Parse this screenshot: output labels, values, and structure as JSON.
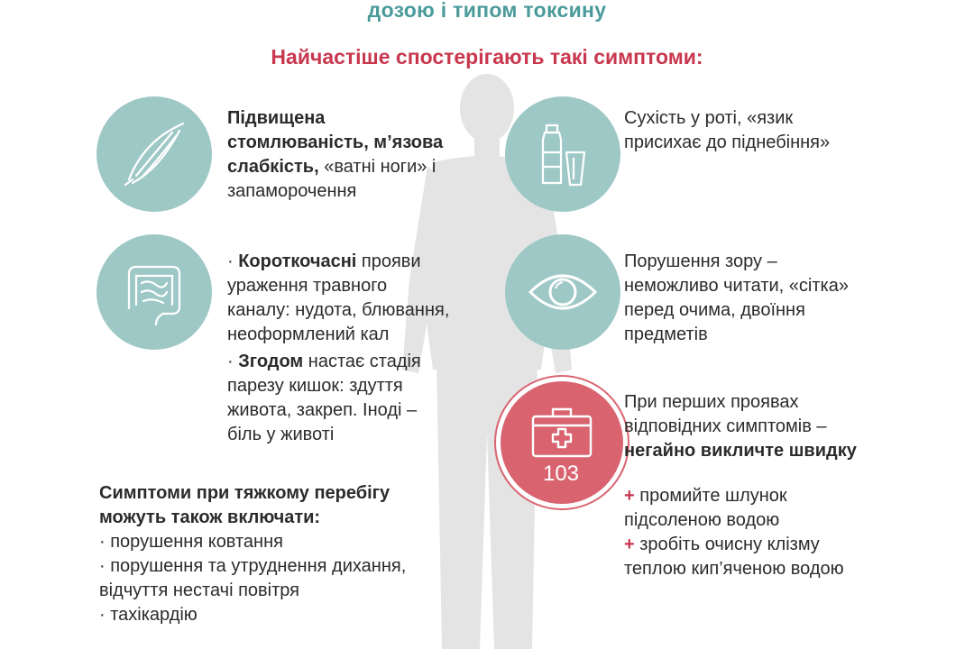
{
  "header": {
    "subtitle": "дозою і типом токсину"
  },
  "section": {
    "title": "Найчастіше спостерігають такі симптоми:"
  },
  "icons": {
    "muscle": "muscle-icon",
    "intestine": "intestine-icon",
    "bottle": "bottle-glass-icon",
    "eye": "eye-icon",
    "firstaid": "first-aid-kit-icon"
  },
  "symptoms": {
    "fatigue": {
      "bold1": "Підвищена",
      "bold2": "стомлюваність, м’язова",
      "bold3": "слабкість,",
      "rest3": " «ватні ноги» і",
      "line4": "запаморочення"
    },
    "digestive": {
      "p1_bold": "Короткочасні",
      "p1_rest": " прояви",
      "p1_l2": "ураження травного",
      "p1_l3": "каналу: нудота, блювання,",
      "p1_l4": "неоформлений кал",
      "p2_bold": "Згодом",
      "p2_rest": " настає стадія",
      "p2_l2": "парезу кишок: здуття",
      "p2_l3": "живота, закреп. Іноді –",
      "p2_l4": "біль у животі"
    },
    "dry_mouth": {
      "l1": "Сухість у роті, «язик",
      "l2": "присихає до піднебіння»"
    },
    "vision": {
      "l1": "Порушення зору –",
      "l2": "неможливо читати, «сітка»",
      "l3": "перед очима, двоїння",
      "l4": "предметів"
    }
  },
  "severe": {
    "title1": "Симптоми при тяжкому перебігу",
    "title2": "можуть також включати:",
    "items": [
      "· порушення ковтання",
      "· порушення та утруднення дихання,",
      "відчуття нестачі повітря",
      "· тахікардію"
    ]
  },
  "emergency": {
    "number": "103",
    "l1": "При перших проявах",
    "l2": "відповідних симптомів –",
    "l3_bold": "негайно викличте швидку",
    "plus": "+",
    "a1_l1": " промийте шлунок",
    "a1_l2": "підсоленою водою",
    "a2_l1": " зробіть очисну клізму",
    "a2_l2": "теплою кип’яченою водою"
  },
  "colors": {
    "teal": "#9ec8c6",
    "header_teal": "#4b9a9a",
    "red": "#c8374e",
    "red_circle": "#d96470",
    "silhouette": "#e4e4e4"
  }
}
